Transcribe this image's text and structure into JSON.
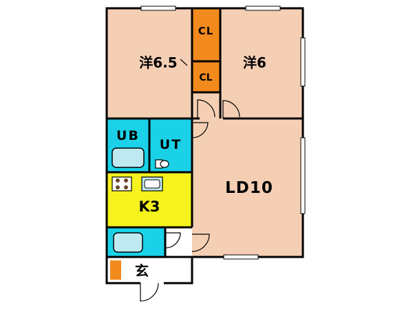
{
  "plan": {
    "rooms": {
      "western_a": "洋6.5",
      "western_b": "洋6",
      "closet_top": "CL",
      "closet_bottom": "CL",
      "unit_bath": "UB",
      "toilet": "UT",
      "kitchen": "K3",
      "living_dining": "LD10",
      "entrance": "玄"
    },
    "colors": {
      "room_fill": "#f4cfb4",
      "closet_fill": "#f28a1e",
      "wet_fill": "#1ad1e8",
      "kitchen_fill": "#f5f21e",
      "wall": "#000000",
      "entrance_fill": "#ffffff"
    }
  }
}
